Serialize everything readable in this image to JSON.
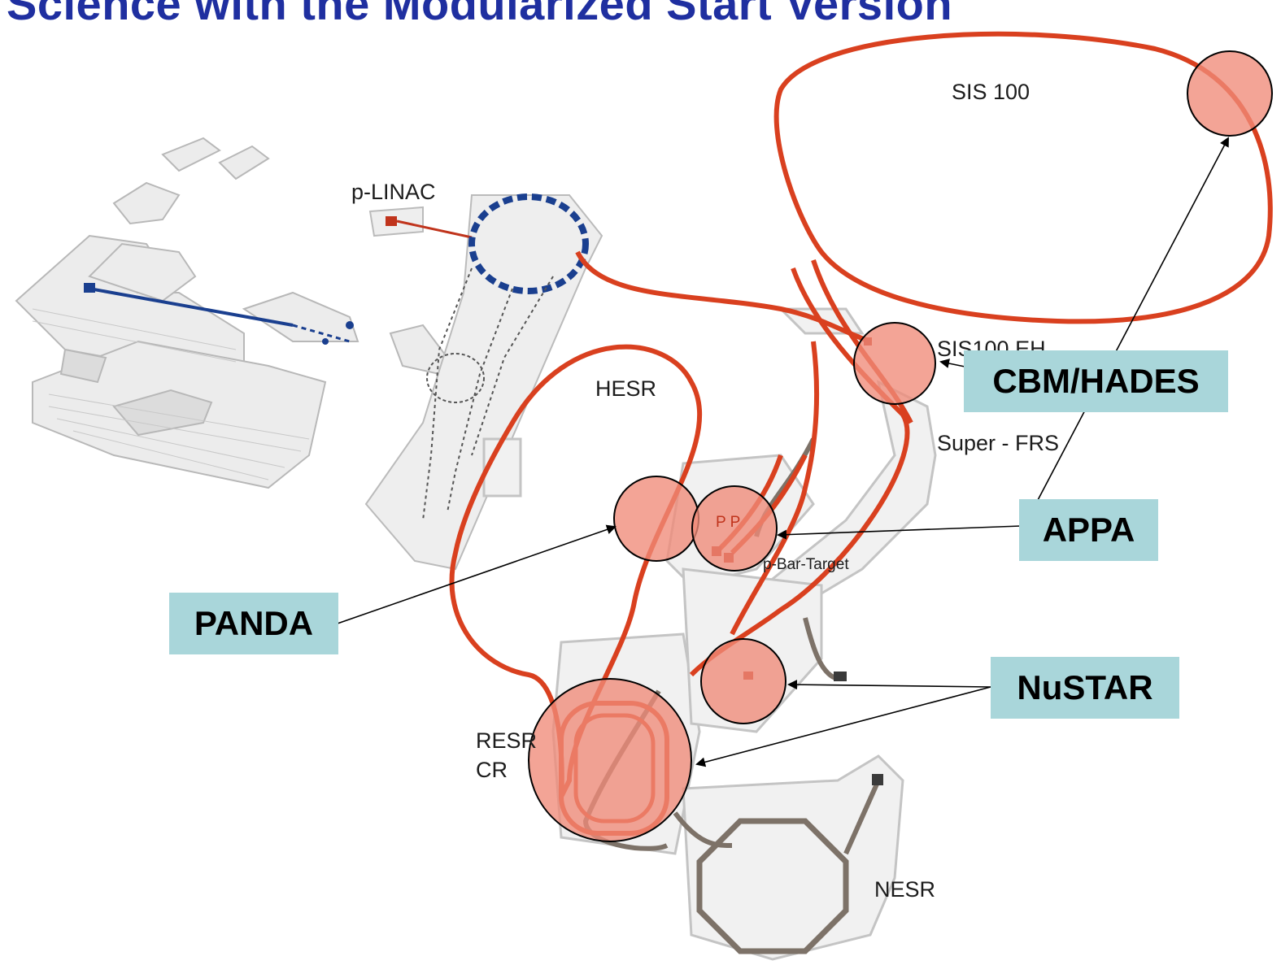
{
  "title": "Science with the Modularized Start Version",
  "facility_labels": {
    "sis100": "SIS 100",
    "p_linac": "p-LINAC",
    "sis100_eh": "SIS100 EH",
    "hesr": "HESR",
    "super_frs": "Super - FRS",
    "p_bar_target": "p-Bar-Target",
    "pp": "P P",
    "resr": "RESR",
    "cr": "CR",
    "nesr": "NESR"
  },
  "experiments": {
    "cbm_hades": "CBM/HADES",
    "appa": "APPA",
    "panda": "PANDA",
    "nustar": "NuSTAR"
  },
  "colors": {
    "title": "#1f2fa0",
    "ring": "#d9401f",
    "highlight": "#f08a78",
    "callout_box": "#a9d6da",
    "building": "#e8e8e8",
    "beamline_blue": "#1a3f8f"
  }
}
